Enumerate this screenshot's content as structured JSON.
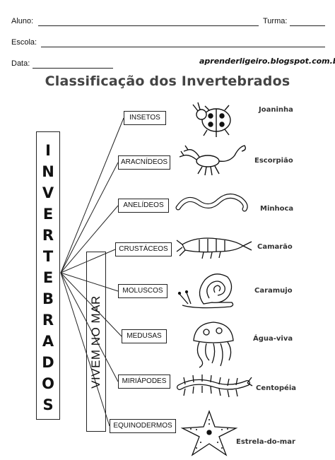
{
  "form": {
    "aluno_label": "Aluno:",
    "turma_label": "Turma:",
    "escola_label": "Escola:",
    "data_label": "Data:"
  },
  "site": "aprenderligeiro.blogspot.com.br",
  "title": "Classificação dos Invertebrados",
  "main_label_letters": [
    "I",
    "N",
    "V",
    "E",
    "R",
    "T",
    "E",
    "B",
    "R",
    "A",
    "D",
    "O",
    "S"
  ],
  "sea_label": "VIVEM NO MAR",
  "categories": [
    {
      "name": "INSETOS",
      "animal": "Joaninha",
      "icon": "ladybug-icon"
    },
    {
      "name": "ARACNÍDEOS",
      "animal": "Escorpião",
      "icon": "scorpion-icon"
    },
    {
      "name": "ANELÍDEOS",
      "animal": "Minhoca",
      "icon": "earthworm-icon"
    },
    {
      "name": "CRUSTÁCEOS",
      "animal": "Camarão",
      "icon": "shrimp-icon"
    },
    {
      "name": "MOLUSCOS",
      "animal": "Caramujo",
      "icon": "snail-icon"
    },
    {
      "name": "MEDUSAS",
      "animal": "Água-viva",
      "icon": "jellyfish-icon"
    },
    {
      "name": "MIRIÁPODES",
      "animal": "Centopéia",
      "icon": "centipede-icon"
    },
    {
      "name": "EQUINODERMOS",
      "animal": "Estrela-do-mar",
      "icon": "starfish-icon"
    }
  ]
}
